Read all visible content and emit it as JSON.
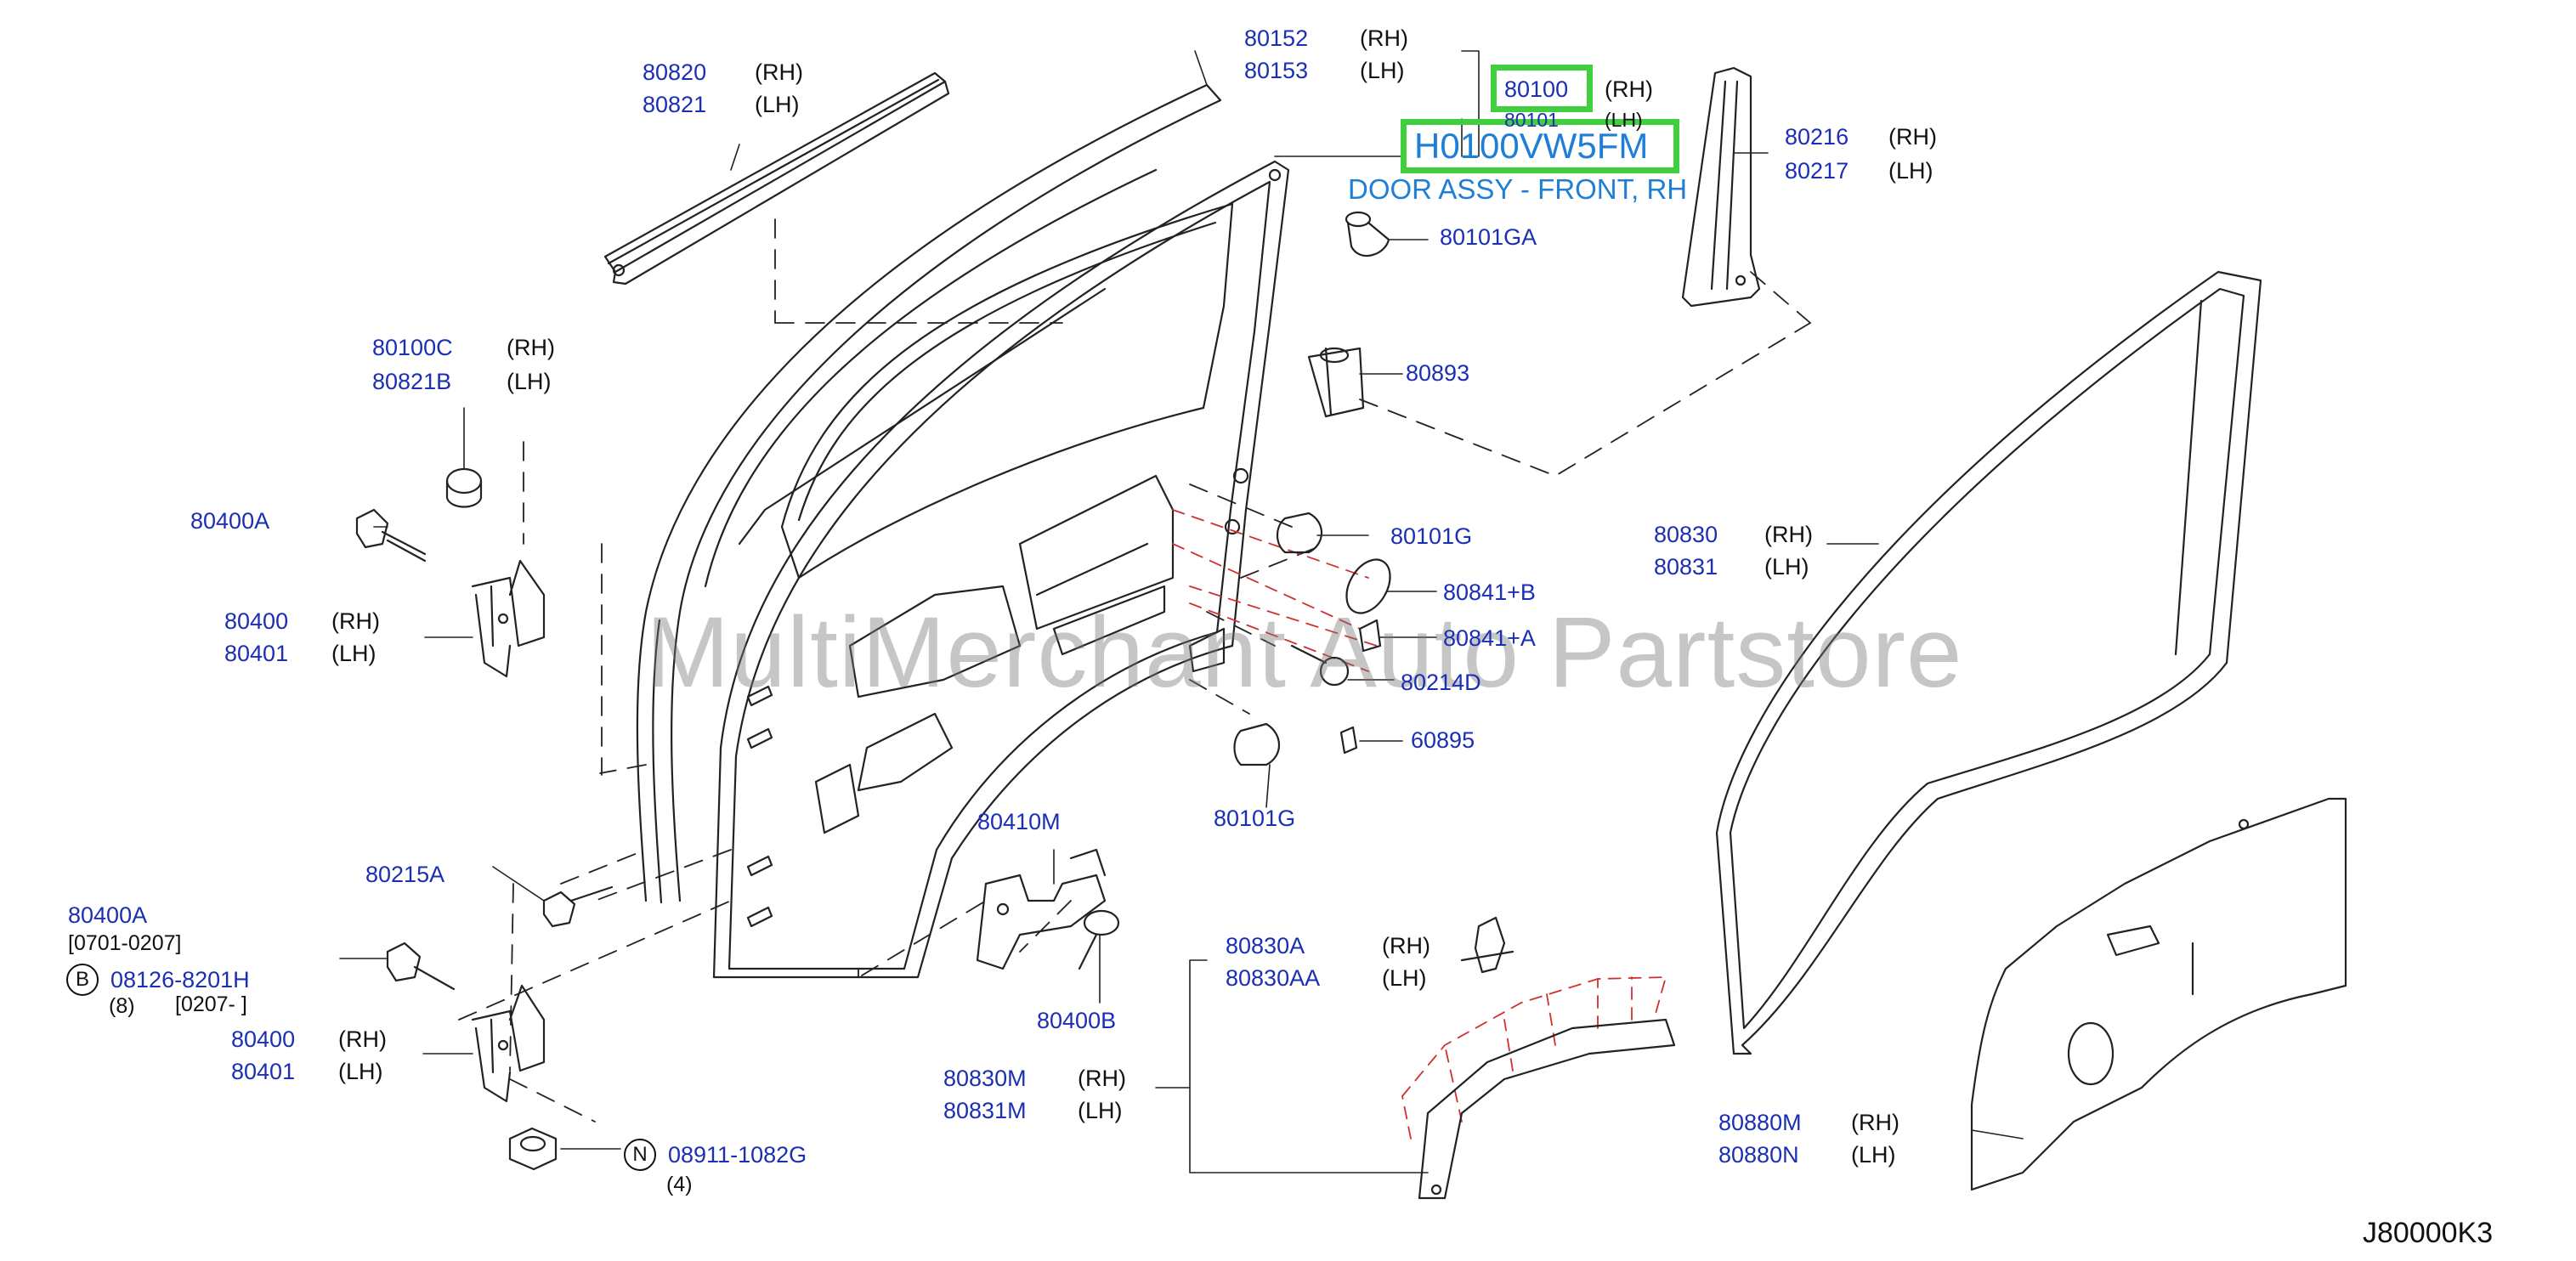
{
  "highlight": {
    "part_code": "H0100VW5FM",
    "description": "DOOR ASSY - FRONT, RH",
    "highlight_color": "#3fcf3f",
    "code_color": "#1f7fd6"
  },
  "watermark": "MultiMerchant Auto Partstore",
  "diagram_code": "J80000K3",
  "colors": {
    "part_number": "#1b2fb4",
    "text": "#111111",
    "line": "#222222",
    "guide_dashed": "#d23030"
  },
  "labels": {
    "p80152": "80152",
    "p80152_side": "(RH)",
    "p80153": "80153",
    "p80153_side": "(LH)",
    "p80100": "80100",
    "p80100_side": "(RH)",
    "p80101": "80101",
    "p80101_side": "(LH)",
    "p80820": "80820",
    "p80820_side": "(RH)",
    "p80821": "80821",
    "p80821_side": "(LH)",
    "p80216": "80216",
    "p80216_side": "(RH)",
    "p80217": "80217",
    "p80217_side": "(LH)",
    "p80101GA": "80101GA",
    "p80100C": "80100C",
    "p80100C_side": "(RH)",
    "p80821B": "80821B",
    "p80821B_side": "(LH)",
    "p80893": "80893",
    "p80400A": "80400A",
    "p80101G_a": "80101G",
    "p80830": "80830",
    "p80830_side": "(RH)",
    "p80831": "80831",
    "p80831_side": "(LH)",
    "p80841B": "80841+B",
    "p80841A": "80841+A",
    "p80400_top": "80400",
    "p80400_top_side": "(RH)",
    "p80401_top": "80401",
    "p80401_top_side": "(LH)",
    "p80214D": "80214D",
    "p60895": "60895",
    "p80101G_b": "80101G",
    "p80410M": "80410M",
    "p80215A": "80215A",
    "p80400A_b": "80400A",
    "p80400A_b_range": "[0701-0207]",
    "pB_circle": "B",
    "p08126": "08126-8201H",
    "p08126_qty": "(8)",
    "p08126_range": "[0207-          ]",
    "p80400B": "80400B",
    "p80830A": "80830A",
    "p80830A_side": "(RH)",
    "p80830AA": "80830AA",
    "p80830AA_side": "(LH)",
    "p80400_bot": "80400",
    "p80400_bot_side": "(RH)",
    "p80401_bot": "80401",
    "p80401_bot_side": "(LH)",
    "p80830M": "80830M",
    "p80830M_side": "(RH)",
    "p80831M": "80831M",
    "p80831M_side": "(LH)",
    "p80880M": "80880M",
    "p80880M_side": "(RH)",
    "p80880N": "80880N",
    "p80880N_side": "(LH)",
    "pN_circle": "N",
    "p08911": "08911-1082G",
    "p08911_qty": "(4)"
  }
}
